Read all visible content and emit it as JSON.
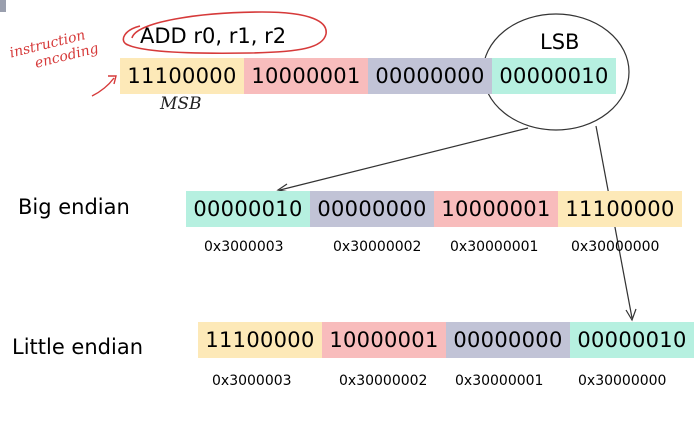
{
  "instruction": "ADD r0, r1, r2",
  "lsb_label": "LSB",
  "annotations": {
    "left_note_line1": "instruction",
    "left_note_line2": "encoding",
    "msb_note": "MSB"
  },
  "colors": {
    "yellow": "#fde9b8",
    "pink": "#f8bcbc",
    "gray": "#c1c3d6",
    "teal": "#b6f0e0",
    "ink_red": "#d63a3a",
    "ink_dark": "#333333"
  },
  "encoding_bytes": [
    "11100000",
    "10000001",
    "00000000",
    "00000010"
  ],
  "big_endian": {
    "label": "Big endian",
    "bytes": [
      "00000010",
      "00000000",
      "10000001",
      "11100000"
    ],
    "addresses": [
      "0x3000003",
      "0x30000002",
      "0x30000001",
      "0x30000000"
    ]
  },
  "little_endian": {
    "label": "Little endian",
    "bytes": [
      "11100000",
      "10000001",
      "00000000",
      "00000010"
    ],
    "addresses": [
      "0x3000003",
      "0x30000002",
      "0x30000001",
      "0x30000000"
    ]
  }
}
